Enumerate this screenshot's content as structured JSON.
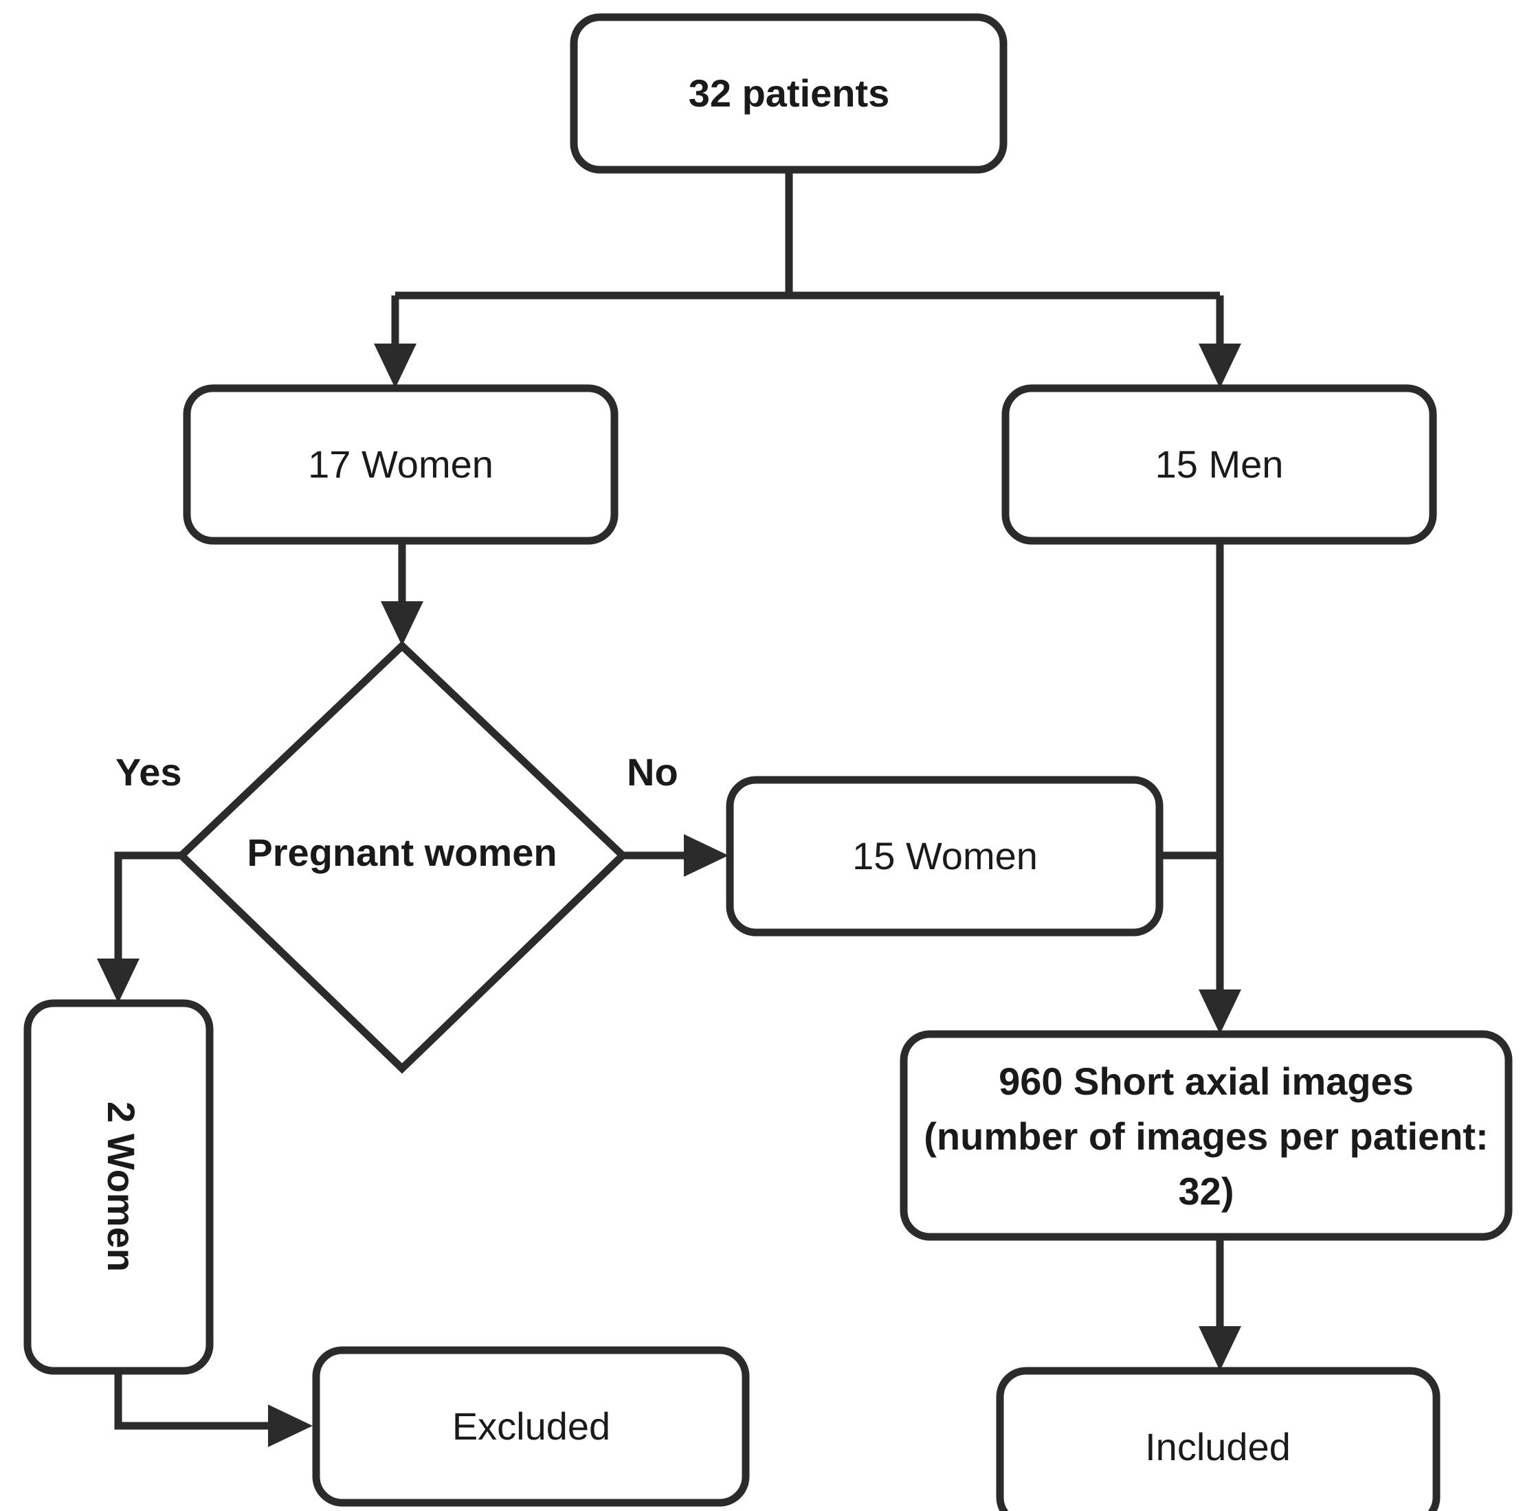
{
  "diagram": {
    "type": "flowchart",
    "title": "Patient selection flowchart",
    "background_color": "#ffffff",
    "stroke_color": "#2b2b2b",
    "text_color": "#1a1a1a",
    "nodes": [
      {
        "id": "root",
        "shape": "rounded-rect",
        "label": "32 patients",
        "bold": true
      },
      {
        "id": "women17",
        "shape": "rounded-rect",
        "label": "17 Women",
        "bold": false
      },
      {
        "id": "men15",
        "shape": "rounded-rect",
        "label": "15 Men",
        "bold": false
      },
      {
        "id": "pregnant",
        "shape": "diamond",
        "label": "Pregnant women",
        "bold": true
      },
      {
        "id": "women15",
        "shape": "rounded-rect",
        "label": "15 Women",
        "bold": false
      },
      {
        "id": "women2",
        "shape": "rounded-rect",
        "label": "2 Women",
        "bold": true,
        "rotated": "90deg"
      },
      {
        "id": "images960",
        "shape": "rounded-rect",
        "bold": true,
        "label_lines": [
          "960 Short axial images",
          "(number of images per patient:",
          "32)"
        ]
      },
      {
        "id": "excluded",
        "shape": "rounded-rect",
        "label": "Excluded",
        "bold": false
      },
      {
        "id": "included",
        "shape": "rounded-rect",
        "label": "Included",
        "bold": false
      }
    ],
    "edge_labels": {
      "yes": "Yes",
      "no": "No"
    },
    "edges": [
      {
        "from": "root",
        "to": "women17",
        "label": ""
      },
      {
        "from": "root",
        "to": "men15",
        "label": ""
      },
      {
        "from": "women17",
        "to": "pregnant",
        "label": ""
      },
      {
        "from": "pregnant",
        "to": "women2",
        "label": "Yes"
      },
      {
        "from": "pregnant",
        "to": "women15",
        "label": "No"
      },
      {
        "from": "women15",
        "to": "images960",
        "label": ""
      },
      {
        "from": "men15",
        "to": "images960",
        "label": ""
      },
      {
        "from": "women2",
        "to": "excluded",
        "label": ""
      },
      {
        "from": "images960",
        "to": "included",
        "label": ""
      }
    ]
  },
  "node_text": {
    "root": "32 patients",
    "women17": "17 Women",
    "men15": "15 Men",
    "pregnant": "Pregnant women",
    "women15": "15 Women",
    "women2": "2 Women",
    "images960_line1": "960 Short axial images",
    "images960_line2": "(number of images per patient:",
    "images960_line3": "32)",
    "excluded": "Excluded",
    "included": "Included",
    "yes": "Yes",
    "no": "No"
  }
}
